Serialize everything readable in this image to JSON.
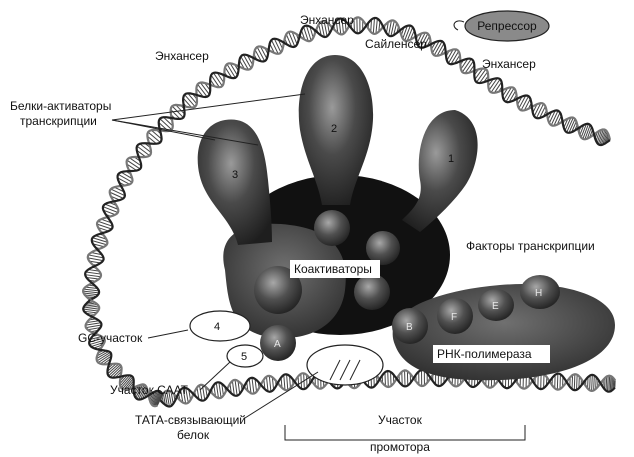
{
  "labels": {
    "enhancer_top": "Энхансер",
    "enhancer_left": "Энхансер",
    "enhancer_right": "Энхансер",
    "silencer": "Сайленсер",
    "repressor": "Репрессор",
    "activators_line1": "Белки-активаторы",
    "activators_line2": "транскрипции",
    "coactivators": "Коактиваторы",
    "transcription_factors": "Факторы транскрипции",
    "gc_site": "GC-участок",
    "caat_site": "Участок СААТ",
    "tata_line1": "ТАТА-связывающий",
    "tata_line2": "белок",
    "promoter_line1": "Участок",
    "promoter_line2": "промотора",
    "rna_polymerase": "РНК-полимераза"
  },
  "activator_numbers": [
    "1",
    "2",
    "3"
  ],
  "site_numbers": [
    "4",
    "5"
  ],
  "factor_letters": [
    "A",
    "B",
    "F",
    "E",
    "H"
  ],
  "colors": {
    "protein_dark": "#2b2b2b",
    "protein_mid": "#5a5a5a",
    "repressor_fill": "#8a8a8a",
    "background": "#ffffff"
  }
}
